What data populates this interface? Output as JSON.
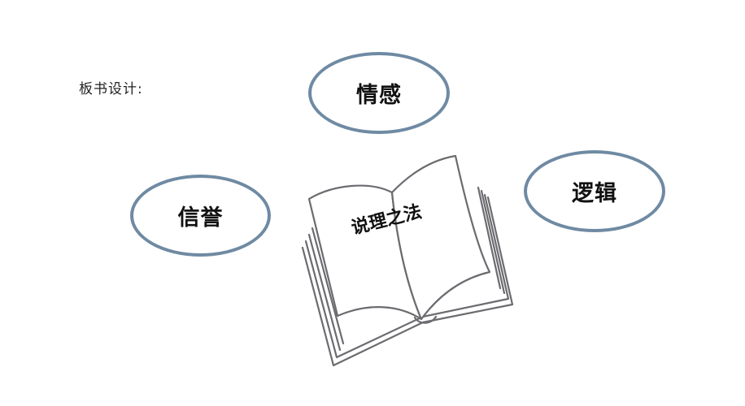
{
  "heading": "板书设计:",
  "nodes": {
    "emotion": "情感",
    "logic": "逻辑",
    "credit": "信誉"
  },
  "book": {
    "title": "说理之法",
    "icon": "open-book-icon"
  },
  "colors": {
    "ellipse_border": "#6f8aa3",
    "book_stroke": "#6b6b70",
    "text": "#111111"
  }
}
